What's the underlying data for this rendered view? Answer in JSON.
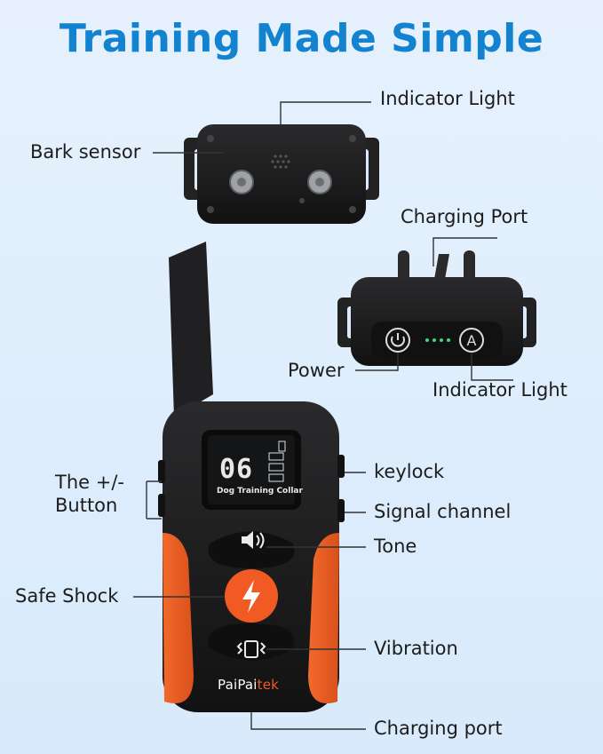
{
  "title": "Training Made Simple",
  "brand": {
    "prefix": "PaiPai",
    "accent": "tek"
  },
  "lcd": {
    "channel": "06",
    "caption": "Dog Training Collar"
  },
  "labels": {
    "indicator_light_top": "Indicator Light",
    "bark_sensor": "Bark sensor",
    "charging_port_collar": "Charging Port",
    "power": "Power",
    "indicator_light_bottom": "Indicator Light",
    "plus_minus_button": "The +/-\nButton",
    "keylock": "keylock",
    "signal_channel": "Signal channel",
    "tone": "Tone",
    "safe_shock": "Safe Shock",
    "vibration": "Vibration",
    "charging_port_remote": "Charging port"
  },
  "colors": {
    "title": "#1483cf",
    "accent_orange": "#f15a22",
    "device_black": "#1c1c1e",
    "indicator_green": "#3ddc7a"
  },
  "icons": [
    "tone-speaker-icon",
    "lightning-shock-icon",
    "vibration-icon",
    "power-icon",
    "mode-a-icon"
  ]
}
